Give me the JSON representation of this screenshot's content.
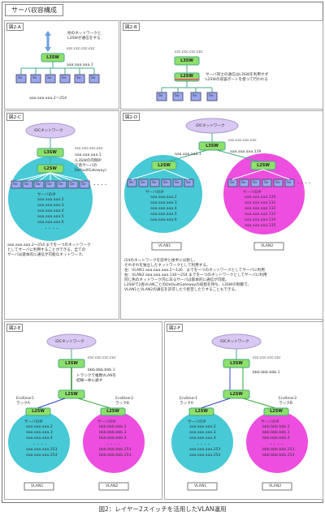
{
  "title": "サーバ収容構成",
  "caption": "図2：レイヤー2スイッチを活用したVLAN運用",
  "panels": {
    "a": {
      "label": "図2-A",
      "note": "他のネットワークと\nL3SWが通信をする",
      "ip": "ccc.ccc.ccc.ccc",
      "sw": "L3SW",
      "gw": "aaa.aaa.aaa.1",
      "range": "aaa.aaa.aaa.2〜254",
      "sv": "Sv"
    },
    "b": {
      "label": "図2-B",
      "ip": "ccc.ccc.ccc.ccc",
      "l3": "L3SW",
      "l2": "L2SW",
      "note": "サーバ同士の通信はL3SWを利用せず\nL2SWの収容ポートを使って行われる",
      "sv": "Sv"
    },
    "c": {
      "label": "図2-C",
      "cloud": "iDCネットワーク",
      "ip": "ccc.ccc.ccc.ccc",
      "gw": "aaa.aaa.aaa.1",
      "gwnote": "(L3SWの内側IP\nで各サーバの\nDefaultGateway)",
      "l3": "L3SW",
      "l2": "L2SW",
      "svip": "サーバのIP",
      "ips": [
        "aaa.aaa.aaa.2",
        "aaa.aaa.aaa.3",
        "aaa.aaa.aaa.4",
        "aaa.aaa.aaa.5",
        "aaa.aaa.aaa.6"
      ],
      "dots": "・・・・",
      "note": "aaa.aaa.aaa.2〜254 までを一つのネットワーク\nとしてサーバに利用することができる。全ての\nサーバは基本的に通信が可能なネットワーク。",
      "sv": "Sv"
    },
    "d": {
      "label": "図2-D",
      "cloud": "iDCネットワーク",
      "ip": "ccc.ccc.ccc.ccc",
      "gw1": "aaa.aaa.aaa.1",
      "gw2": "aaa.aaa.aaa.129",
      "l3": "L3SW",
      "l2": "L2SW",
      "svip": "サーバのIP",
      "ips1": [
        "aaa.aaa.aaa.2",
        "aaa.aaa.aaa.3",
        "aaa.aaa.aaa.4",
        "aaa.aaa.aaa.5",
        "aaa.aaa.aaa.6"
      ],
      "ips2": [
        "aaa.aaa.aaa.130",
        "aaa.aaa.aaa.131",
        "aaa.aaa.aaa.132",
        "aaa.aaa.aaa.133",
        "aaa.aaa.aaa.134",
        "aaa.aaa.aaa.135"
      ],
      "vlan1": "VLAN1",
      "vlan2": "VLAN2",
      "sv": "Sv",
      "dots": "・・・・",
      "note": "/24のネットワークを前半と後半に分割し、\nそれぞれを独立したネットワークとして利用する。\n左：VLAN1 aaa.aaa.aaa.2〜126　までを一つのネットワークとしてサーバに利用\n右：VLAN2 aaa.aaa.aaa.130〜254 までを一つのネットワークとしてサーバに利用\n同じ色のネットワーク内にあるサーバは基本的に通信が可能。\nL3SWで2各VLANごとのDefaultGatewayの役割を持ち、L3SWの制御で、\nVLAN1とVLAN2の通信を許可したり拒否したりすることもできる。"
    },
    "e": {
      "label": "図2-E",
      "cloud": "iDCネットワーク",
      "ip": "ccc.ccc.ccc.ccc",
      "gw": "bbb.bbb.bbb.1",
      "trunk": "トランクで複数VLANを\n結線一本に通す",
      "l3": "L3SW",
      "l2": "L2SW",
      "eu1": "EndUser1\nラックA",
      "eu2": "EndUser2\nラックB",
      "svip": "サーバのIP",
      "ips1": [
        "aaa.aaa.aaa.2",
        "aaa.aaa.aaa.3",
        "aaa.aaa.aaa.4",
        "aaa.aaa.aaa.253",
        "aaa.aaa.aaa.254"
      ],
      "ips2": [
        "bbb.bbb.bbb.2",
        "bbb.bbb.bbb.3",
        "bbb.bbb.bbb.4",
        "bbb.bbb.bbb.253",
        "bbb.bbb.bbb.254"
      ],
      "dots": "・・・・",
      "vlan1": "VLAN1",
      "vlan2": "VLAN2"
    },
    "f": {
      "label": "図2-F",
      "cloud": "iDCネットワーク",
      "ip": "ccc.ccc.ccc.ccc",
      "gw": "bbb.bbb.bbb.1",
      "l3": "L3SW",
      "l2": "L2SW",
      "eu1": "EndUser1\nラックA",
      "eu2": "EndUser2\nラックB",
      "svip": "サーバのIP",
      "ips1": [
        "aaa.aaa.aaa.2",
        "aaa.aaa.aaa.3",
        "aaa.aaa.aaa.4",
        "aaa.aaa.aaa.253",
        "aaa.aaa.aaa.254"
      ],
      "ips2": [
        "bbb.bbb.bbb.2",
        "bbb.bbb.bbb.3",
        "bbb.bbb.bbb.4",
        "bbb.bbb.bbb.253",
        "bbb.bbb.bbb.254"
      ],
      "dots": "・・・・",
      "vlan1": "VLAN1",
      "vlan2": "VLAN2"
    }
  },
  "colors": {
    "cyan": "#27c0cf",
    "magenta": "#ea2fd9",
    "switch": "#8fe06a",
    "sv": "#9aa8f0",
    "cloud": "#d8c8f2"
  }
}
